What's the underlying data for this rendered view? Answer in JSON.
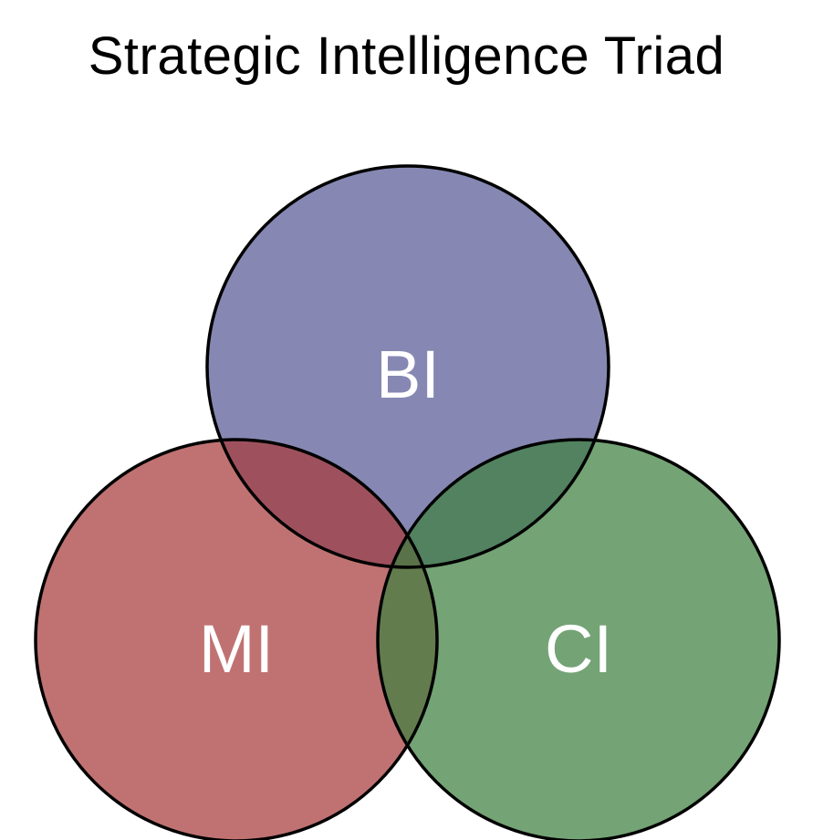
{
  "title": "Strategic Intelligence Triad",
  "circles": [
    {
      "label": "BI",
      "fill": "#585a96"
    },
    {
      "label": "MI",
      "fill": "#a83c3c"
    },
    {
      "label": "CI",
      "fill": "#3f8040"
    }
  ],
  "outline_color": "#000000",
  "background": "#ffffff"
}
